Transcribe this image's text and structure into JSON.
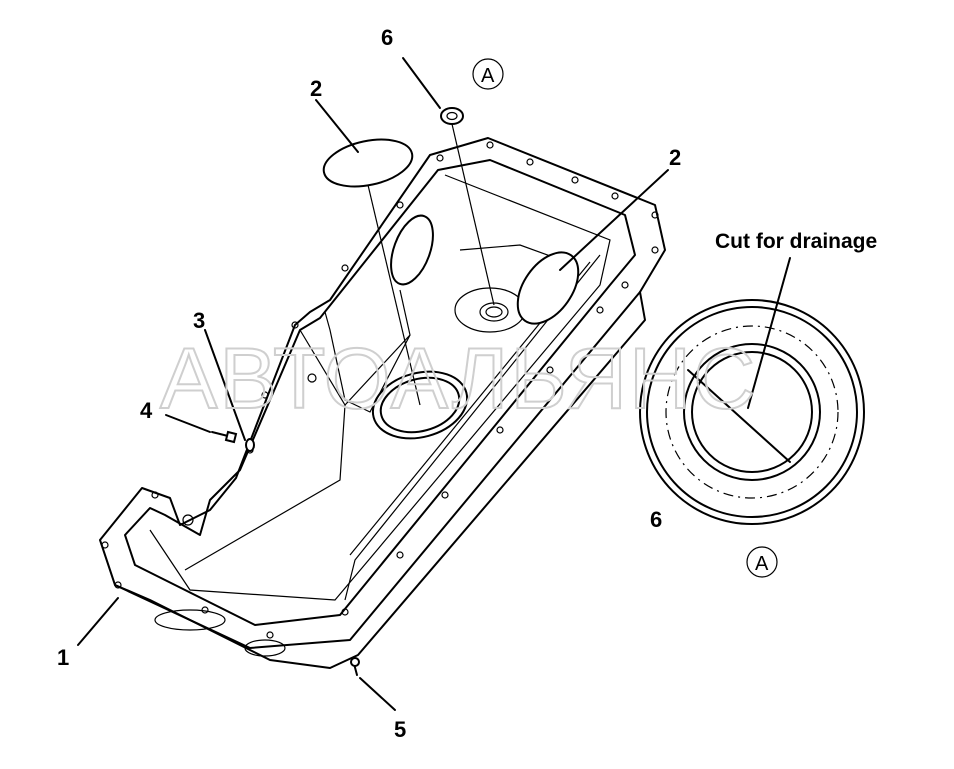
{
  "labels": {
    "part_1": "1",
    "part_2_top": "2",
    "part_2_right": "2",
    "part_3": "3",
    "part_4": "4",
    "part_5": "5",
    "part_6_top": "6",
    "part_6_detail": "6",
    "view_a_top": "A",
    "view_a_detail": "A"
  },
  "note": "Cut for drainage",
  "watermark": "АВТОАЛЬЯНС"
}
